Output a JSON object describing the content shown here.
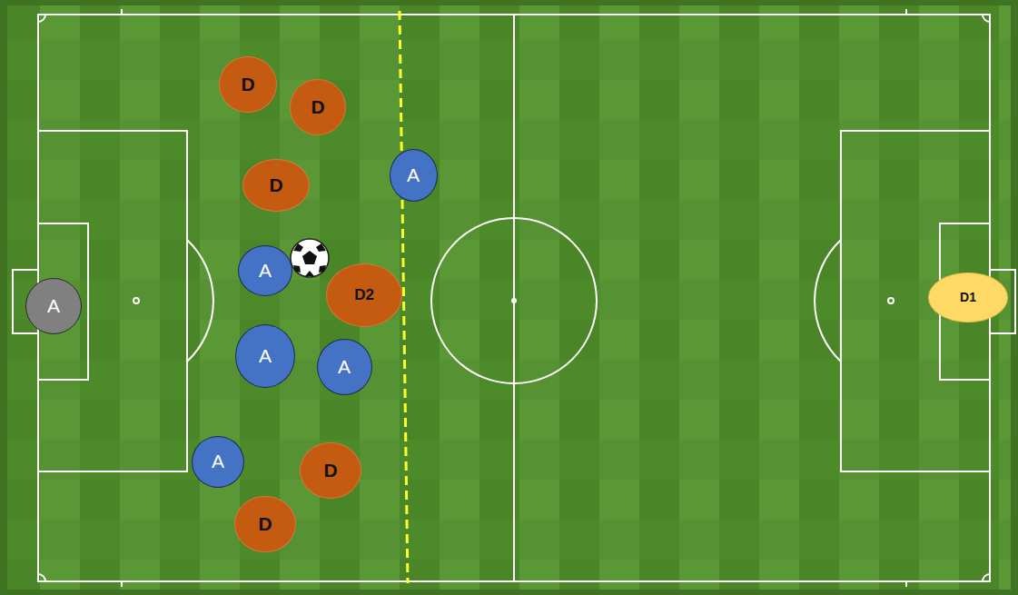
{
  "diagram": {
    "nodes": [
      {
        "text": [
          "D"
        ]
      },
      {
        "text": [
          "D"
        ]
      },
      {
        "text": [
          "A"
        ]
      },
      {
        "text": [
          "D"
        ]
      },
      {
        "text": [
          "A"
        ]
      },
      {
        "text": [
          "D2"
        ]
      },
      {
        "text": [
          "D1"
        ]
      },
      {
        "text": [
          "A"
        ]
      },
      {
        "text": [
          "A"
        ]
      },
      {
        "text": [
          "A"
        ]
      },
      {
        "text": [
          "A"
        ]
      },
      {
        "text": [
          "D"
        ]
      },
      {
        "text": [
          "D"
        ]
      }
    ]
  }
}
